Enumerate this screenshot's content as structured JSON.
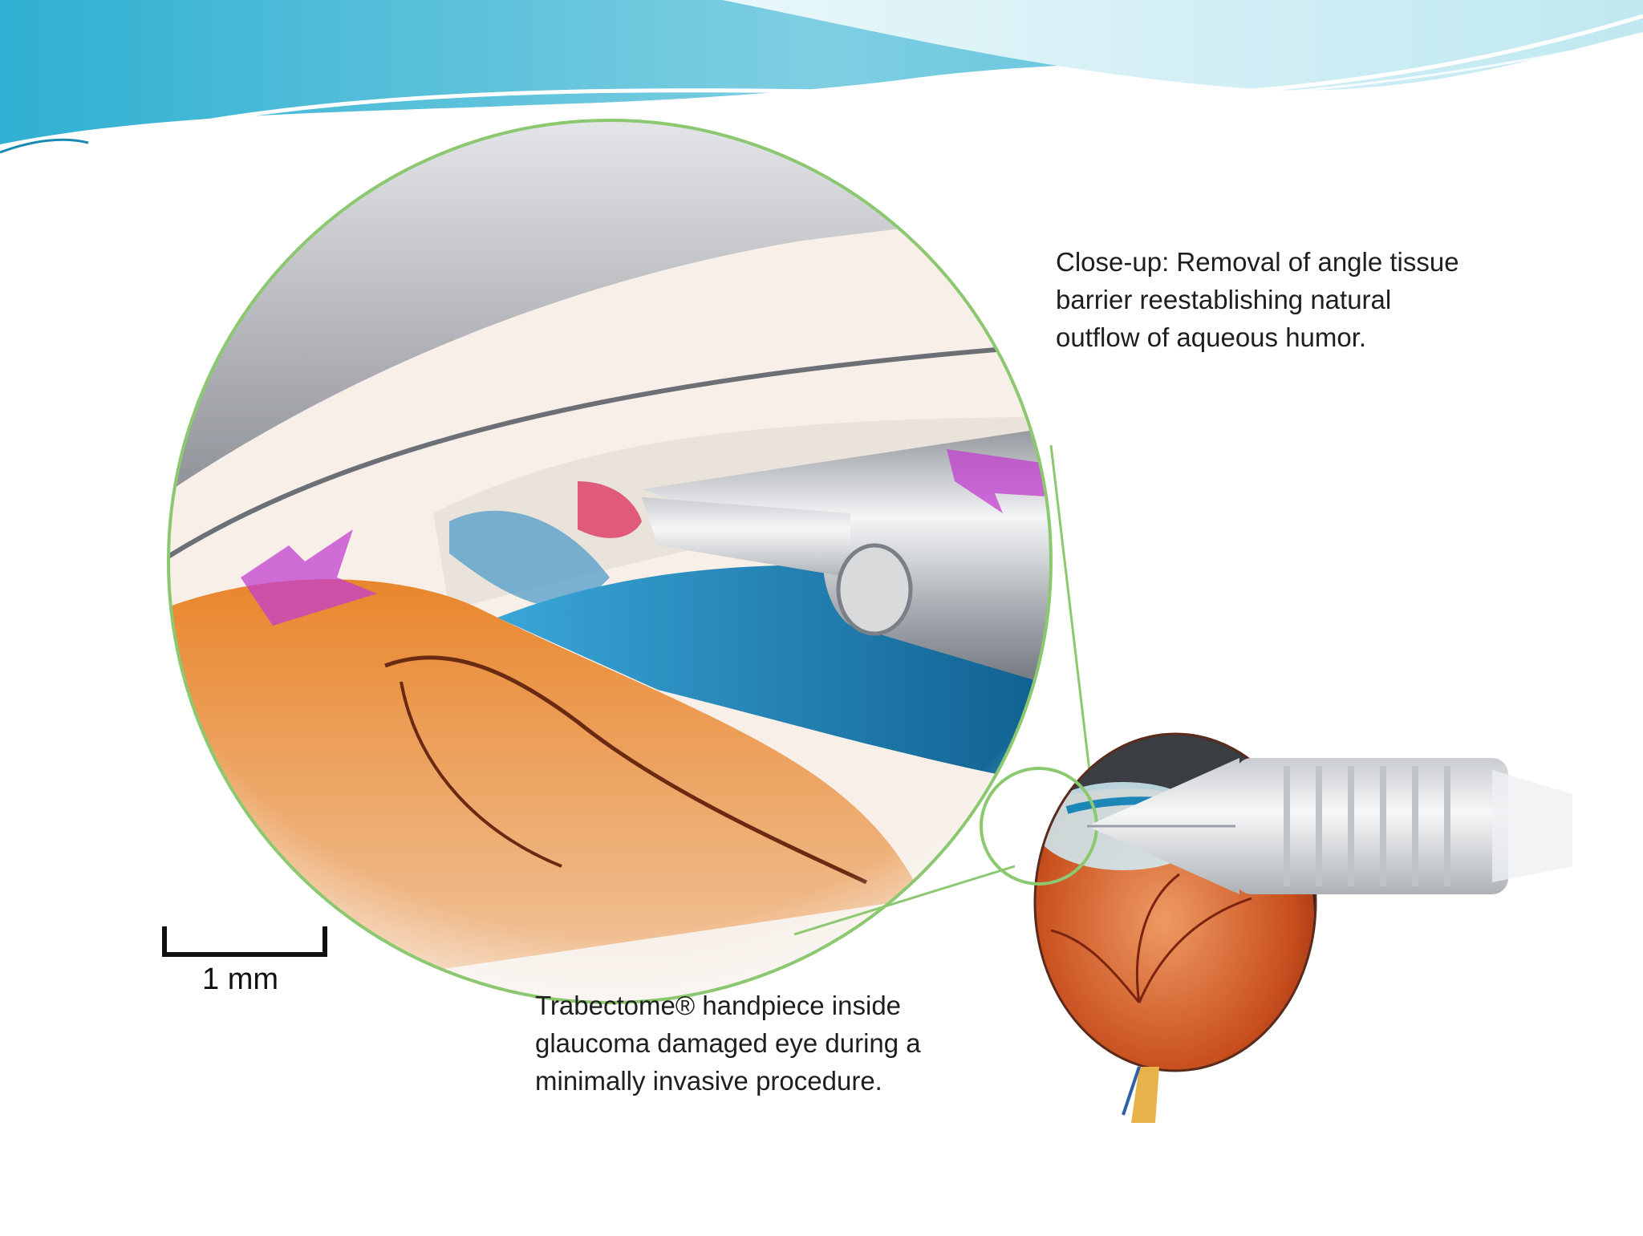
{
  "slide": {
    "colors": {
      "header_wave_light": "#dff5f8",
      "header_wave_mid": "#7fd0e0",
      "header_wave_dark": "#2e9fc4",
      "callout_green": "#8bc870",
      "iris_orange": "#e2761f",
      "trabecular_blue": "#1c86b7",
      "arrow_magenta": "#c23fcf",
      "instrument_steel": "#bfc3c8"
    }
  },
  "diagram": {
    "closeup_caption": {
      "lines": [
        "Close-up: Removal of angle tissue",
        "barrier reestablishing natural",
        "outflow of aqueous humor."
      ]
    },
    "handpiece_caption": {
      "lines": [
        "Trabectome® handpiece inside",
        "glaucoma damaged eye during a",
        "minimally invasive procedure."
      ]
    },
    "scale_bar": {
      "label": "1 mm"
    }
  }
}
